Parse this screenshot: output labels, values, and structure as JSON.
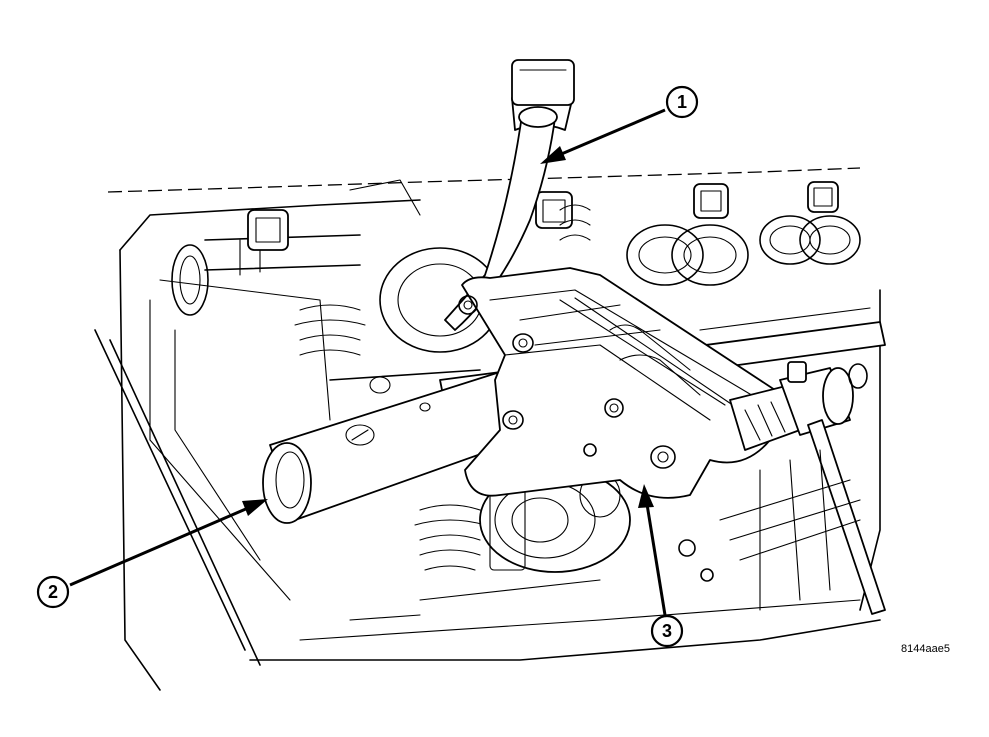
{
  "callouts": [
    {
      "label": "1"
    },
    {
      "label": "2"
    },
    {
      "label": "3"
    }
  ],
  "reference_code": "8144aae5"
}
